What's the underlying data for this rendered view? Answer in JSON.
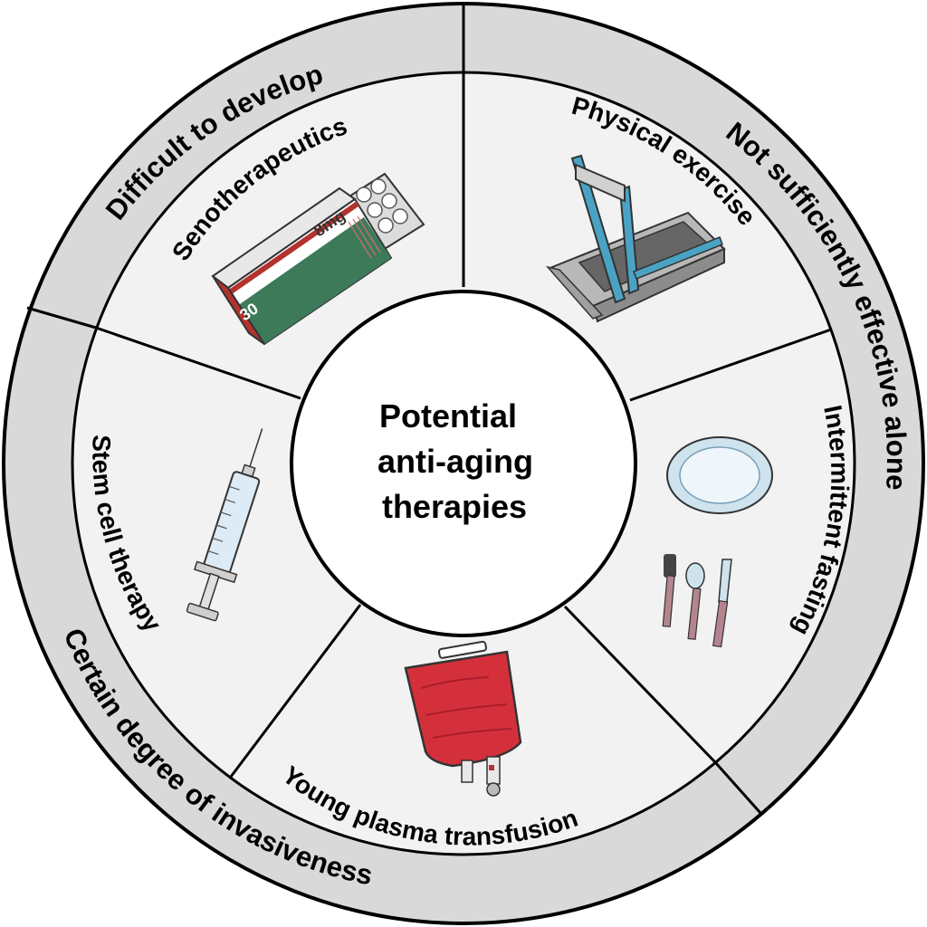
{
  "center": {
    "lines": [
      "Potential",
      "anti-aging",
      "therapies"
    ]
  },
  "outer_ring": {
    "difficult": "Difficult to develop",
    "not_effective": "Not sufficiently effective alone",
    "invasive": "Certain degree of invasiveness"
  },
  "segments": {
    "senotherapeutics": "Senotherapeutics",
    "exercise": "Physical exercise",
    "fasting": "Intermittent fasting",
    "plasma": "Young plasma transfusion",
    "stem_cell": "Stem cell therapy"
  },
  "pill_box": {
    "dose": "8mg",
    "count": "30"
  },
  "colors": {
    "ring_fill": "#d9d9d9",
    "segment_fill": "#f2f2f2",
    "blood": "#d4303b",
    "treadmill_blue": "#4aa3c4",
    "box_green": "#3d7a5a",
    "box_red": "#b3322e"
  }
}
